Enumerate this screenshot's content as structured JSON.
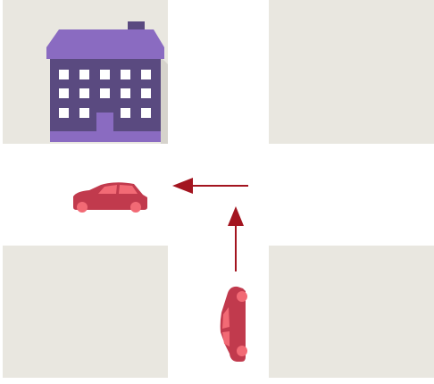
{
  "scene": {
    "description_items": [
      {
        "name": "building",
        "icon": "apartment-building-icon"
      },
      {
        "name": "car-left",
        "icon": "car-icon",
        "heading": "left"
      },
      {
        "name": "car-bottom",
        "icon": "car-icon",
        "heading": "up"
      }
    ],
    "arrows": [
      {
        "name": "arrow-left",
        "direction": "left"
      },
      {
        "name": "arrow-up",
        "direction": "up"
      }
    ],
    "colors": {
      "background": "#ffffff",
      "block": "#e9e7e0",
      "building_roof": "#8a6bc1",
      "building_body": "#5a4a80",
      "building_window": "#ffffff",
      "car_body": "#c13a4d",
      "car_accent": "#f26a75",
      "arrow": "#a3141f"
    }
  }
}
